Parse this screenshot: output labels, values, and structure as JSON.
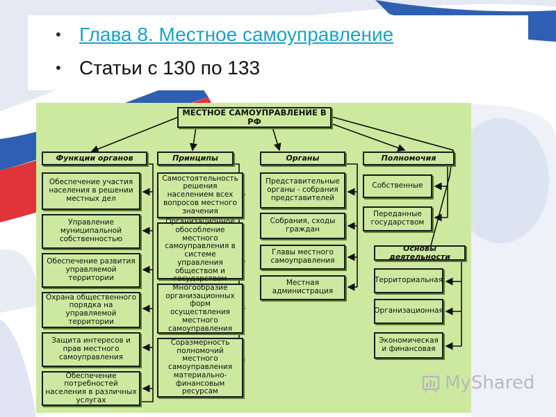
{
  "slide": {
    "bullets": [
      {
        "text": "Глава 8. Местное самоуправление",
        "link": true
      },
      {
        "text": "Статьи с 130 по 133",
        "link": false
      }
    ]
  },
  "diagram": {
    "title": "МЕСТНОЕ САМОУПРАВЛЕНИЕ В РФ",
    "columns": [
      {
        "header": "Функции органов",
        "items": [
          "Обеспечение участия населения в решении местных дел",
          "Управление муниципальной собственностью",
          "Обеспечение развития управляемой территории",
          "Охрана общественного порядка на управляемой территории",
          "Защита интересов и прав местного самоуправления",
          "Обеспечение потребностей населения в различных услугах"
        ]
      },
      {
        "header": "Принципы",
        "items": [
          "Самостоятельность решения населением всех вопросов местного значения",
          "Организационное обособление местного самоуправления в системе управления обществом и государством",
          "Многообразие организационных форм осуществления местного самоуправления",
          "Соразмерность полномочий местного самоуправления материально-финансовым ресурсам"
        ]
      },
      {
        "header": "Органы",
        "items": [
          "Представительные органы - собрания представителей",
          "Собрания, сходы граждан",
          "Главы местного самоуправления",
          "Местная администрация"
        ]
      },
      {
        "header": "Полномочия",
        "items": [
          "Собственные",
          "Переданные государством"
        ]
      }
    ],
    "basis": {
      "header": "Основы деятельности",
      "items": [
        "Территориальная",
        "Организационная",
        "Экономическая и финансовая"
      ]
    }
  },
  "watermark": {
    "text": "MyShared",
    "icon": "myshared-logo-icon"
  },
  "colors": {
    "diagram_bg": "#cde9a0",
    "link": "#1aa3c6",
    "border": "#1a1a1a"
  }
}
